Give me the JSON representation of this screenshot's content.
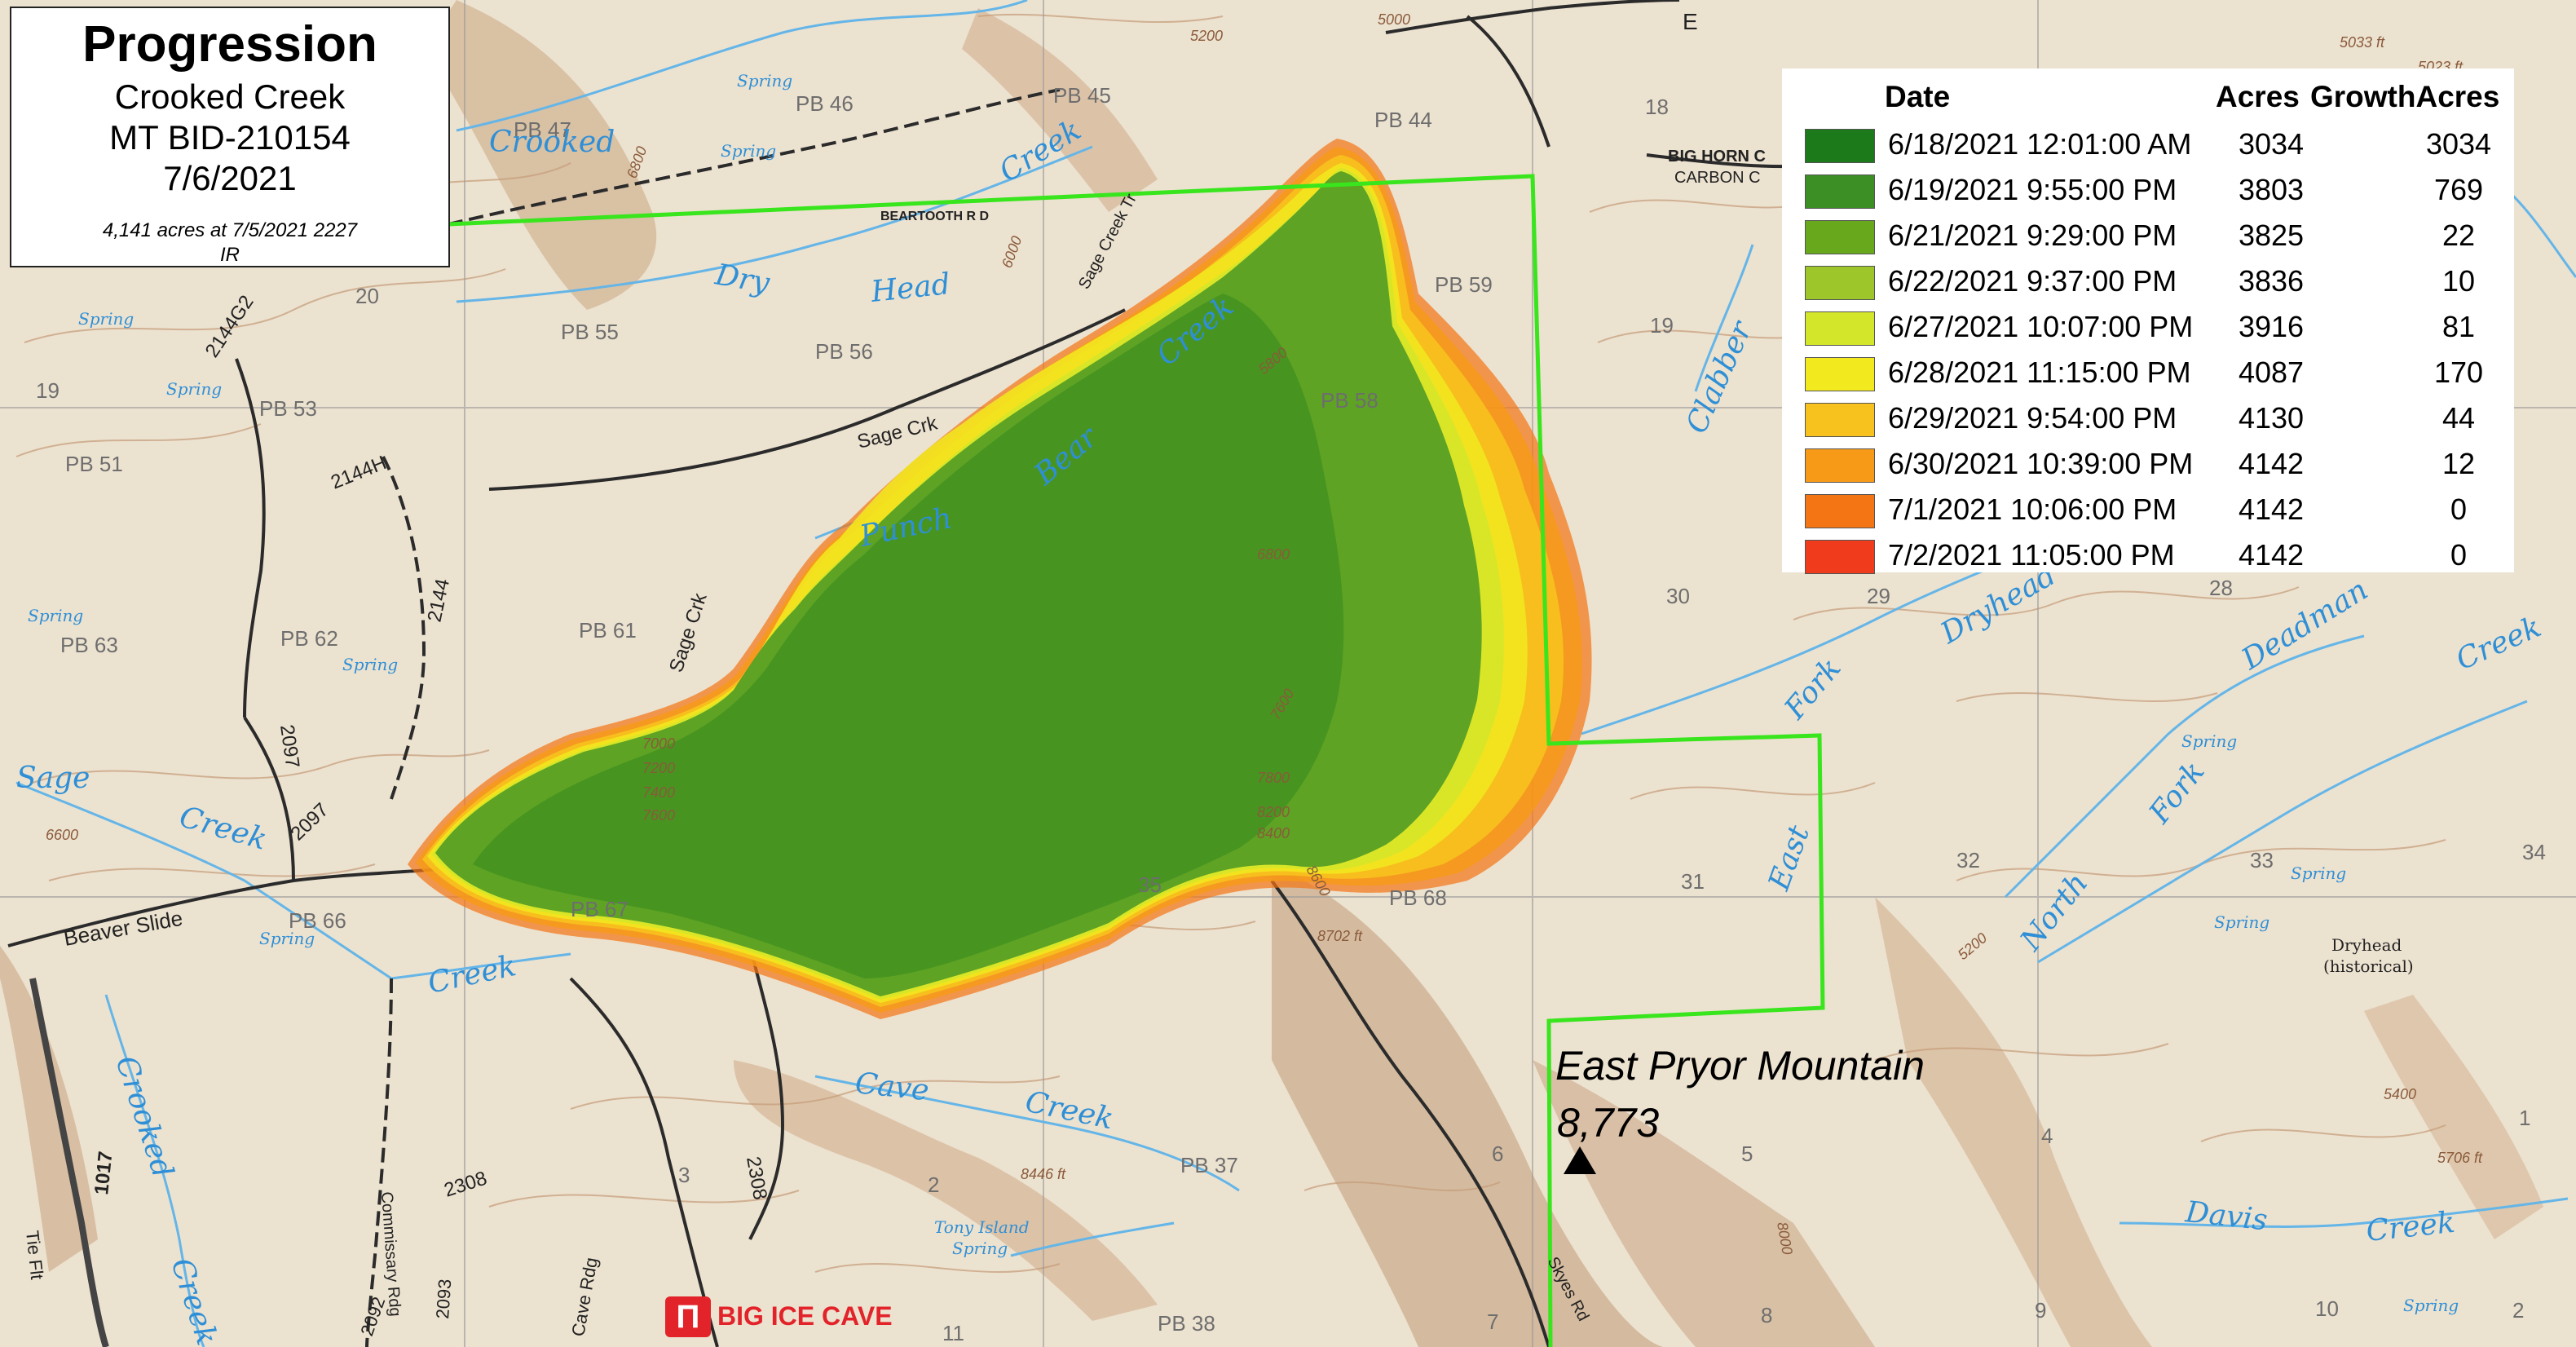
{
  "title": {
    "heading": "Progression",
    "fire_name": "Crooked Creek",
    "fire_id": "MT BID-210154",
    "date": "7/6/2021",
    "note_line1": "4,141  acres at 7/5/2021 2227",
    "note_line2": "IR"
  },
  "legend": {
    "col_date": "Date",
    "col_acres": "Acres",
    "col_growth": "GrowthAcres",
    "rows": [
      {
        "date": "6/18/2021 12:01:00 AM",
        "acres": "3034",
        "growth": "3034",
        "color": "#1d7a1a"
      },
      {
        "date": "6/19/2021 9:55:00 PM",
        "acres": "3803",
        "growth": "769",
        "color": "#3b8f24"
      },
      {
        "date": "6/21/2021 9:29:00 PM",
        "acres": "3825",
        "growth": "22",
        "color": "#67a81d"
      },
      {
        "date": "6/22/2021 9:37:00 PM",
        "acres": "3836",
        "growth": "10",
        "color": "#9cc62a"
      },
      {
        "date": "6/27/2021 10:07:00 PM",
        "acres": "3916",
        "growth": "81",
        "color": "#d4e629"
      },
      {
        "date": "6/28/2021 11:15:00 PM",
        "acres": "4087",
        "growth": "170",
        "color": "#f2ea1e"
      },
      {
        "date": "6/29/2021 9:54:00 PM",
        "acres": "4130",
        "growth": "44",
        "color": "#f7c21d"
      },
      {
        "date": "6/30/2021 10:39:00 PM",
        "acres": "4142",
        "growth": "12",
        "color": "#f79a17"
      },
      {
        "date": "7/1/2021 10:06:00 PM",
        "acres": "4142",
        "growth": "0",
        "color": "#f47514"
      },
      {
        "date": "7/2/2021 11:05:00 PM",
        "acres": "4142",
        "growth": "0",
        "color": "#f03c1c"
      }
    ]
  },
  "peak": {
    "name": "East Pryor Mountain",
    "elevation": "8,773"
  },
  "poi": {
    "cave": "BIG ICE CAVE"
  },
  "labels": {
    "pb47": "PB 47",
    "pb46": "PB 46",
    "pb45": "PB 45",
    "pb44": "PB 44",
    "pb55": "PB 55",
    "pb56": "PB 56",
    "pb59": "PB 59",
    "pb53": "PB 53",
    "pb51": "PB 51",
    "pb62": "PB 62",
    "pb61": "PB 61",
    "pb63": "PB 63",
    "pb67": "PB 67",
    "pb66": "PB 66",
    "pb68": "PB 68",
    "pb37": "PB 37",
    "pb38": "PB 38",
    "pb58": "PB 58",
    "beartooth": "BEARTOOTH R D",
    "bighorn": "BIG HORN C",
    "carbon": "CARBON C",
    "sage_crk": "Sage Crk",
    "sage_crk2": "Sage Crk",
    "sage_creek_tr": "Sage Creek Tr",
    "beaver_slide": "Beaver Slide",
    "skyes_rd": "Skyes Rd",
    "cave_rdg": "Cave Rdg",
    "commissary_rdg": "Commissary Rdg",
    "tie_flt": "Tie Flt",
    "dryhead_hist1": "Dryhead",
    "dryhead_hist2": "(historical)",
    "r2144g2": "2144G2",
    "r2144h": "2144H",
    "r2144": "2144",
    "r2097": "2097",
    "r2097b": "2097",
    "r2308": "2308",
    "r2308b": "2308",
    "r2093": "2093",
    "r2092": "2092",
    "r1017": "1017",
    "dry_head_1": "Dry",
    "dry_head_2": "Head",
    "crooked_creek_top": "Crooked",
    "creek_top": "Creek",
    "bear_creek": "Creek",
    "bear": "Bear",
    "punch": "Punch",
    "clabber": "Clabber",
    "dryhead_creek": "Dryhead",
    "fork": "Fork",
    "east": "East",
    "deadman": "Deadman",
    "creek_right": "Creek",
    "north": "North",
    "fork2": "Fork",
    "sage_left": "Sage",
    "creek_left": "Creek",
    "creek_mid": "Creek",
    "crooked_left": "Crooked",
    "creek_left2": "Creek",
    "cave": "Cave",
    "creek_cave": "Creek",
    "davis": "Davis",
    "creek_davis": "Creek",
    "spring1": "Spring",
    "spring2": "Spring",
    "spring3": "Spring",
    "spring4": "Spring",
    "spring5": "Spring",
    "spring6": "Spring",
    "spring7": "Spring",
    "spring8": "Spring",
    "spring9": "Spring",
    "spring10": "Spring",
    "spring11": "Spring",
    "spring12": "Spring",
    "tony_island": "Tony Island",
    "e_edge": "E",
    "s20": "20",
    "s19": "19",
    "s18": "18",
    "s30": "30",
    "s29": "29",
    "s28": "28",
    "s31": "31",
    "s32": "32",
    "s33": "33",
    "s34": "34",
    "s35": "35",
    "s2": "2",
    "s3": "3",
    "s4": "4",
    "s5": "5",
    "s6": "6",
    "s8": "8",
    "s9": "9",
    "s10": "10",
    "s11": "11",
    "s7": "7",
    "s1": "1",
    "e5000a": "5000",
    "e5200a": "5200",
    "e6000": "6000",
    "e6800a": "6800",
    "e6600": "6600",
    "e7000": "7000",
    "e7200": "7200",
    "e7400": "7400",
    "e7600": "7600",
    "e7800": "7800",
    "e8200": "8200",
    "e8400": "8400",
    "e8600": "8600",
    "e5800": "5800",
    "e6800b": "6800",
    "e7600b": "7600",
    "e8000": "8000",
    "e5400": "5400",
    "e5200b": "5200",
    "spot5023": "5023 ft",
    "spot5033": "5033 ft",
    "spot8446": "8446 ft",
    "spot5706": "5706 ft",
    "spot8702": "8702 ft"
  }
}
